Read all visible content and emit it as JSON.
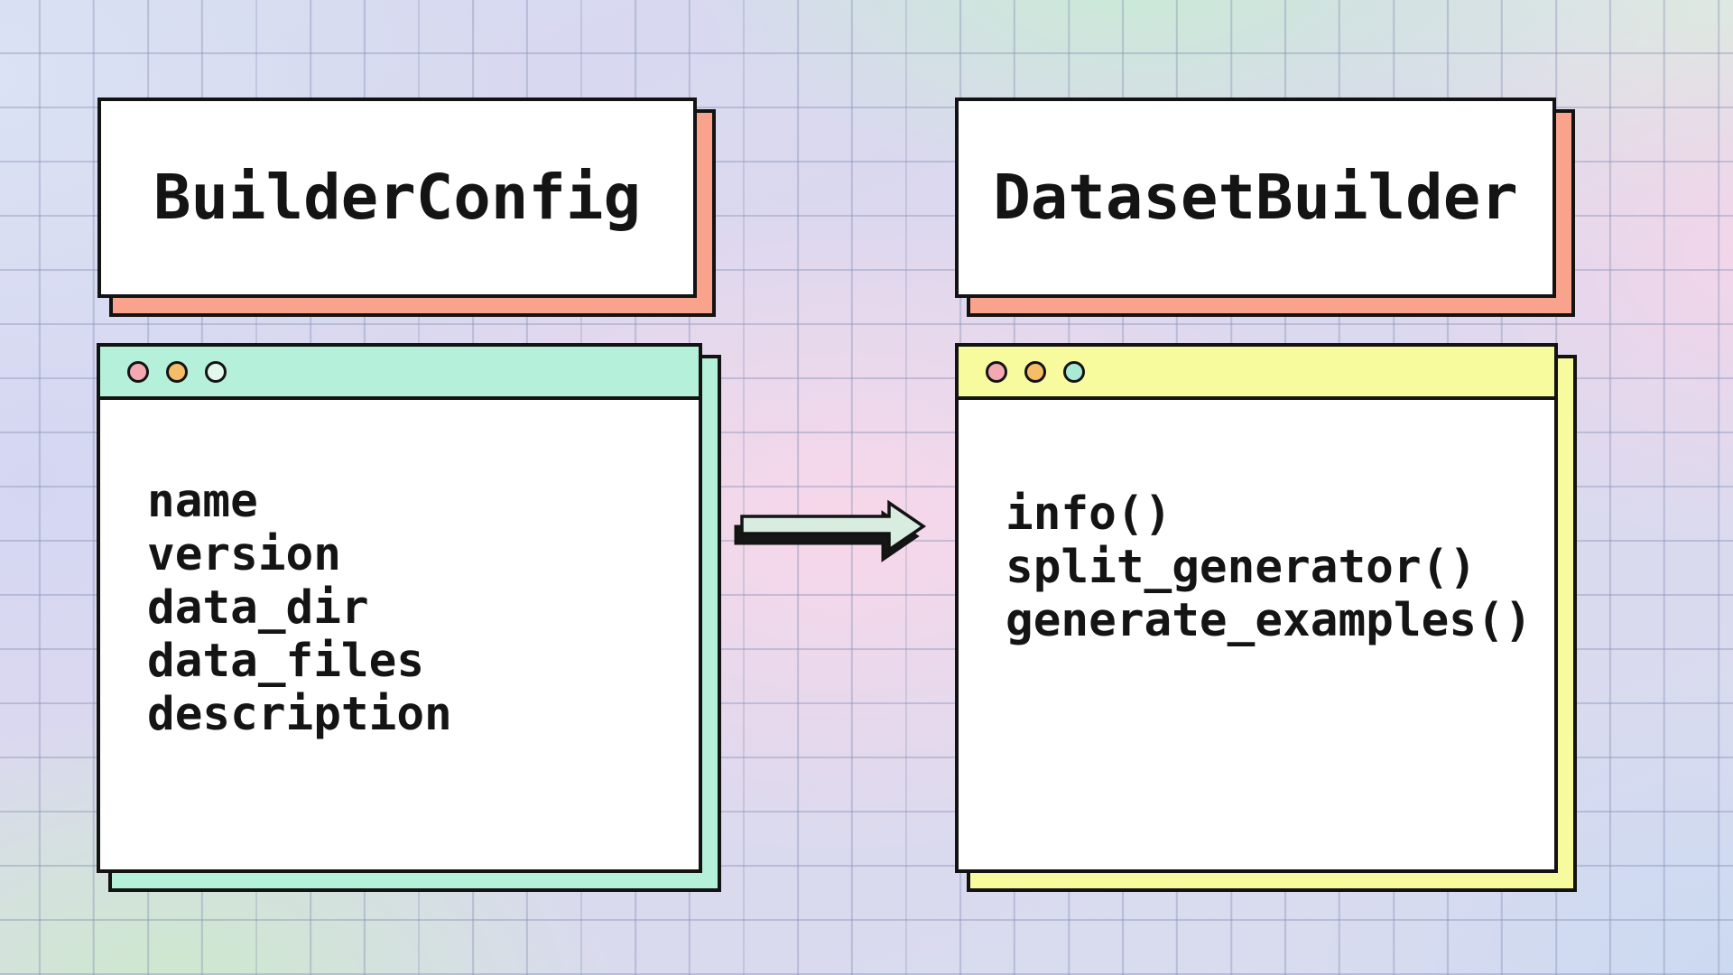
{
  "diagram": {
    "left_card": {
      "title": "BuilderConfig"
    },
    "right_card": {
      "title": "DatasetBuilder"
    },
    "left_window": {
      "attributes": [
        "name",
        "version",
        "data_dir",
        "data_files",
        "description"
      ]
    },
    "right_window": {
      "methods": [
        "info()",
        "split_generator()",
        "generate_examples()"
      ]
    },
    "colors": {
      "card_shadow": "#f9a28c",
      "mint_header": "#b5f1da",
      "yellow_header": "#f8fa9e",
      "dot_red": "#f3a8b2",
      "dot_orange": "#f5bd68",
      "dot_mint_left": "#e3f8ec",
      "dot_mint_right": "#a9ead6",
      "arrow_fill": "#d8ecdf",
      "arrow_shadow": "#161616",
      "text": "#141414"
    }
  }
}
